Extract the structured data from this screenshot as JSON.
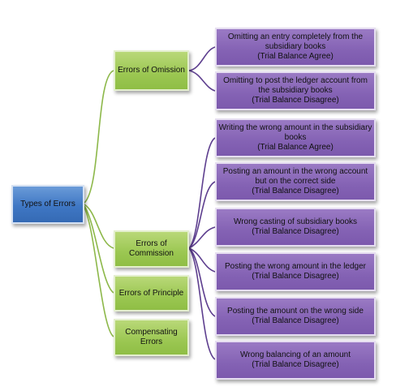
{
  "root": {
    "label": "Types of Errors"
  },
  "categories": {
    "omission": "Errors of Omission",
    "commission": "Errors of Commission",
    "principle": "Errors of Principle",
    "compensating": "Compensating Errors"
  },
  "leaves": [
    {
      "text": "Omitting an entry completely from the subsidiary books",
      "note": "(Trial Balance Agree)"
    },
    {
      "text": "Omitting to post the ledger account from the subsidiary books",
      "note": "(Trial Balance Disagree)"
    },
    {
      "text": "Writing the wrong amount in the subsidiary books",
      "note": "(Trial Balance Agree)"
    },
    {
      "text": "Posting an amount in the wrong account but on the correct side",
      "note": "(Trial Balance Disagree)"
    },
    {
      "text": "Wrong casting of subsidiary books",
      "note": "(Trial Balance Disagree)"
    },
    {
      "text": "Posting the wrong amount in the ledger",
      "note": "(Trial Balance Disagree)"
    },
    {
      "text": "Posting the amount on the wrong side",
      "note": "(Trial Balance Disagree)"
    },
    {
      "text": "Wrong balancing of an amount",
      "note": "(Trial Balance Disagree)"
    }
  ],
  "colors": {
    "root": "#3f77c4",
    "category": "#9bc752",
    "leaf": "#8462b4",
    "green_line": "#8db84a",
    "purple_line": "#5e3f8f"
  }
}
